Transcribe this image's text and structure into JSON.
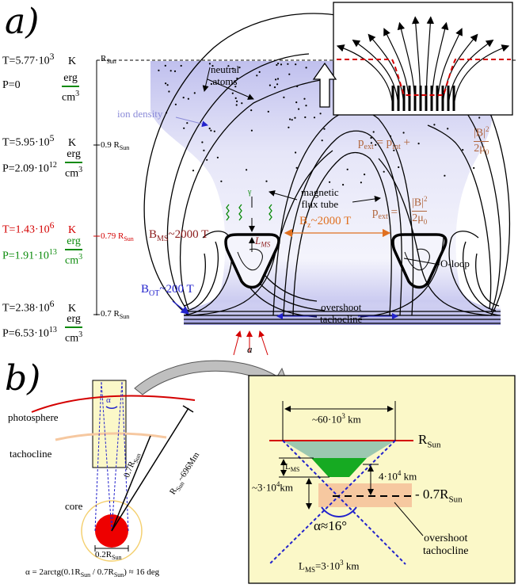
{
  "panel_labels": {
    "a": "a)",
    "b": "b)"
  },
  "colors": {
    "red": "#d40000",
    "green": "#0a8a0a",
    "blue": "#2222cc",
    "brown": "#b0643a",
    "ion_label": "#8a8ad8",
    "plasma": "#c8c8f0",
    "panel_b_bg": "#fbf8c8",
    "tachocline_orange": "#f6c8a0"
  },
  "levels": [
    {
      "T_label": "T=5.77·10",
      "T_exp": "3",
      "T_unit": "K",
      "P_label": "P=0",
      "R_label": "R",
      "R_sub": "Sun",
      "color": "black",
      "frac": false
    },
    {
      "T_label": "T=5.95·10",
      "T_exp": "5",
      "T_unit": "K",
      "P_label": "P=2.09·10",
      "P_exp": "12",
      "R_label": "0.9 R",
      "R_sub": "Sun",
      "color": "black",
      "frac": true
    },
    {
      "T_label": "T=1.43·10",
      "T_exp": "6",
      "T_unit": "K",
      "P_label": "P=1.91·10",
      "P_exp": "13",
      "R_label": "0.79 R",
      "R_sub": "Sun",
      "color": "colored",
      "frac": true
    },
    {
      "T_label": "T=2.38·10",
      "T_exp": "6",
      "T_unit": "K",
      "P_label": "P=6.53·10",
      "P_exp": "13",
      "R_label": "0.7 R",
      "R_sub": "Sun",
      "color": "black",
      "frac": true
    }
  ],
  "unit_frac": {
    "num": "erg",
    "den": "cm",
    "den_exp": "3"
  },
  "panel_a": {
    "neutral_atoms": "neutral\natoms",
    "ion_density": "ion density",
    "magnetic_flux_tube": "magnetic\nflux tube",
    "gamma": "γ",
    "b_ms": "B",
    "b_ms_sub": "MS",
    "b_ms_val": "~2000 T",
    "l_ms": "L",
    "l_ms_sub": "MS",
    "bz": "B",
    "bz_sub": "z",
    "bz_val": "~2000 T",
    "b_ot": "B",
    "b_ot_sub": "OT",
    "b_ot_val": "~200 T",
    "o_loop": "O-loop",
    "overshoot": "overshoot\ntachocline",
    "a_label": "a",
    "p_ext1_lhs": "p",
    "p_ext1_sub": "ext",
    "p_ext1_eq": "= p",
    "p_int_sub": "int",
    "p_plus": "+",
    "p_ext2_lhs": "p",
    "p_ext2_sub": "ext",
    "p_ext2_eq": "=",
    "b_num": "|B|",
    "b_num_exp": "2",
    "b_den": "2μ",
    "b_den_sub": "0"
  },
  "panel_b": {
    "photosphere": "photosphere",
    "tachocline": "tachocline",
    "core": "core",
    "alpha": "α",
    "r07": "0.7R",
    "r07_sub": "Sun",
    "r_sun": "R",
    "r_sun_sub": "Sun",
    "r_sun_val": "~696Mm",
    "r02": "0.2R",
    "r02_sub": "Sun",
    "formula": "α = 2arctg(0.1R",
    "formula_sub1": "Sun",
    "formula_mid": " / 0.7R",
    "formula_sub2": "Sun",
    "formula_end": ") ≈ 16 deg"
  },
  "panel_zoom": {
    "width_label": "~60·10",
    "width_exp": "3",
    "width_unit": " km",
    "r_sun": "R",
    "r_sun_sub": "Sun",
    "lms": "L",
    "lms_sub": "MS",
    "h4": "4·10",
    "h4_exp": "4",
    "h4_unit": " km",
    "h3": "~3·10",
    "h3_exp": "4",
    "h3_unit": "km",
    "r07": "- 0.7R",
    "r07_sub": "Sun",
    "alpha": "α≈16°",
    "overshoot": "overshoot\ntachocline",
    "lms_eq": "L",
    "lms_eq_sub": "MS",
    "lms_eq_val": "=3·10",
    "lms_eq_exp": "3",
    "lms_eq_unit": " km"
  }
}
